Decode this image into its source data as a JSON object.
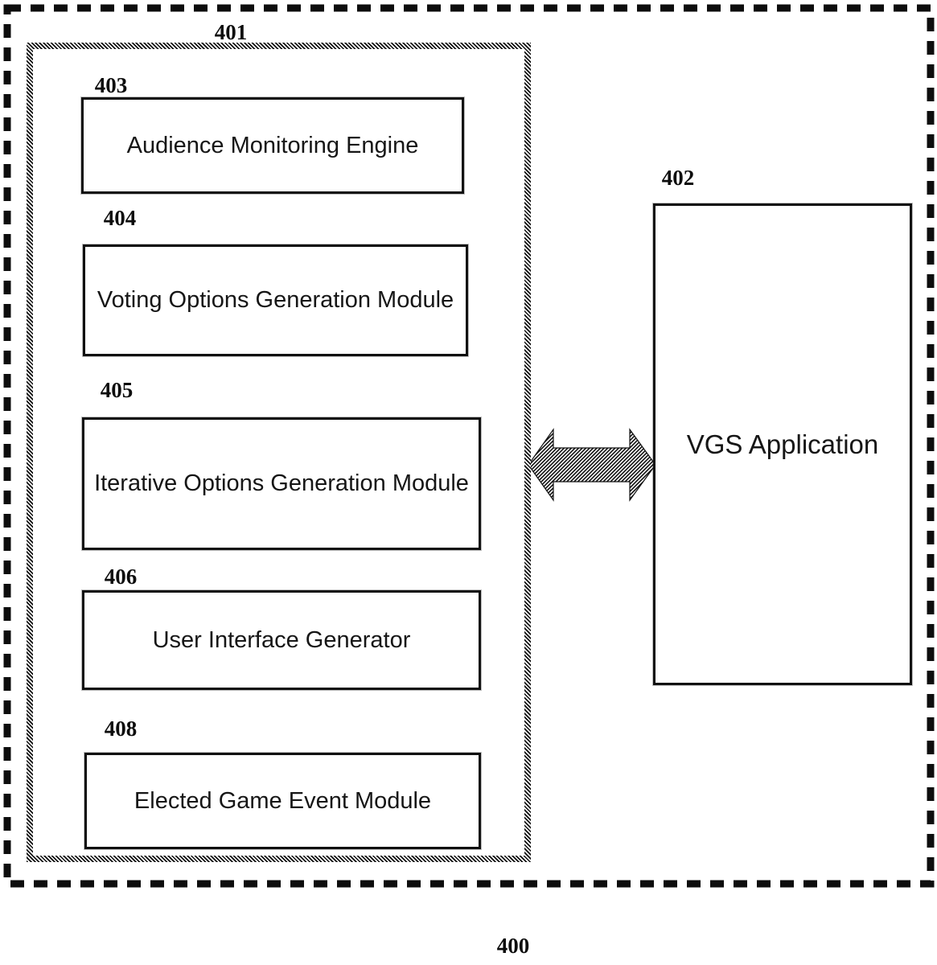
{
  "figure": {
    "reference": "400",
    "system_box": {
      "reference": "401",
      "modules": [
        {
          "reference": "403",
          "label": "Audience Monitoring Engine"
        },
        {
          "reference": "404",
          "label": "Voting Options Generation Module"
        },
        {
          "reference": "405",
          "label": "Iterative Options Generation Module"
        },
        {
          "reference": "406",
          "label": "User Interface Generator"
        },
        {
          "reference": "408",
          "label": "Elected Game Event Module"
        }
      ]
    },
    "application_box": {
      "reference": "402",
      "label": "VGS Application"
    },
    "connector": {
      "type": "bidirectional-arrow"
    }
  },
  "colors": {
    "ink": "#0d0d0d",
    "background": "#ffffff"
  }
}
